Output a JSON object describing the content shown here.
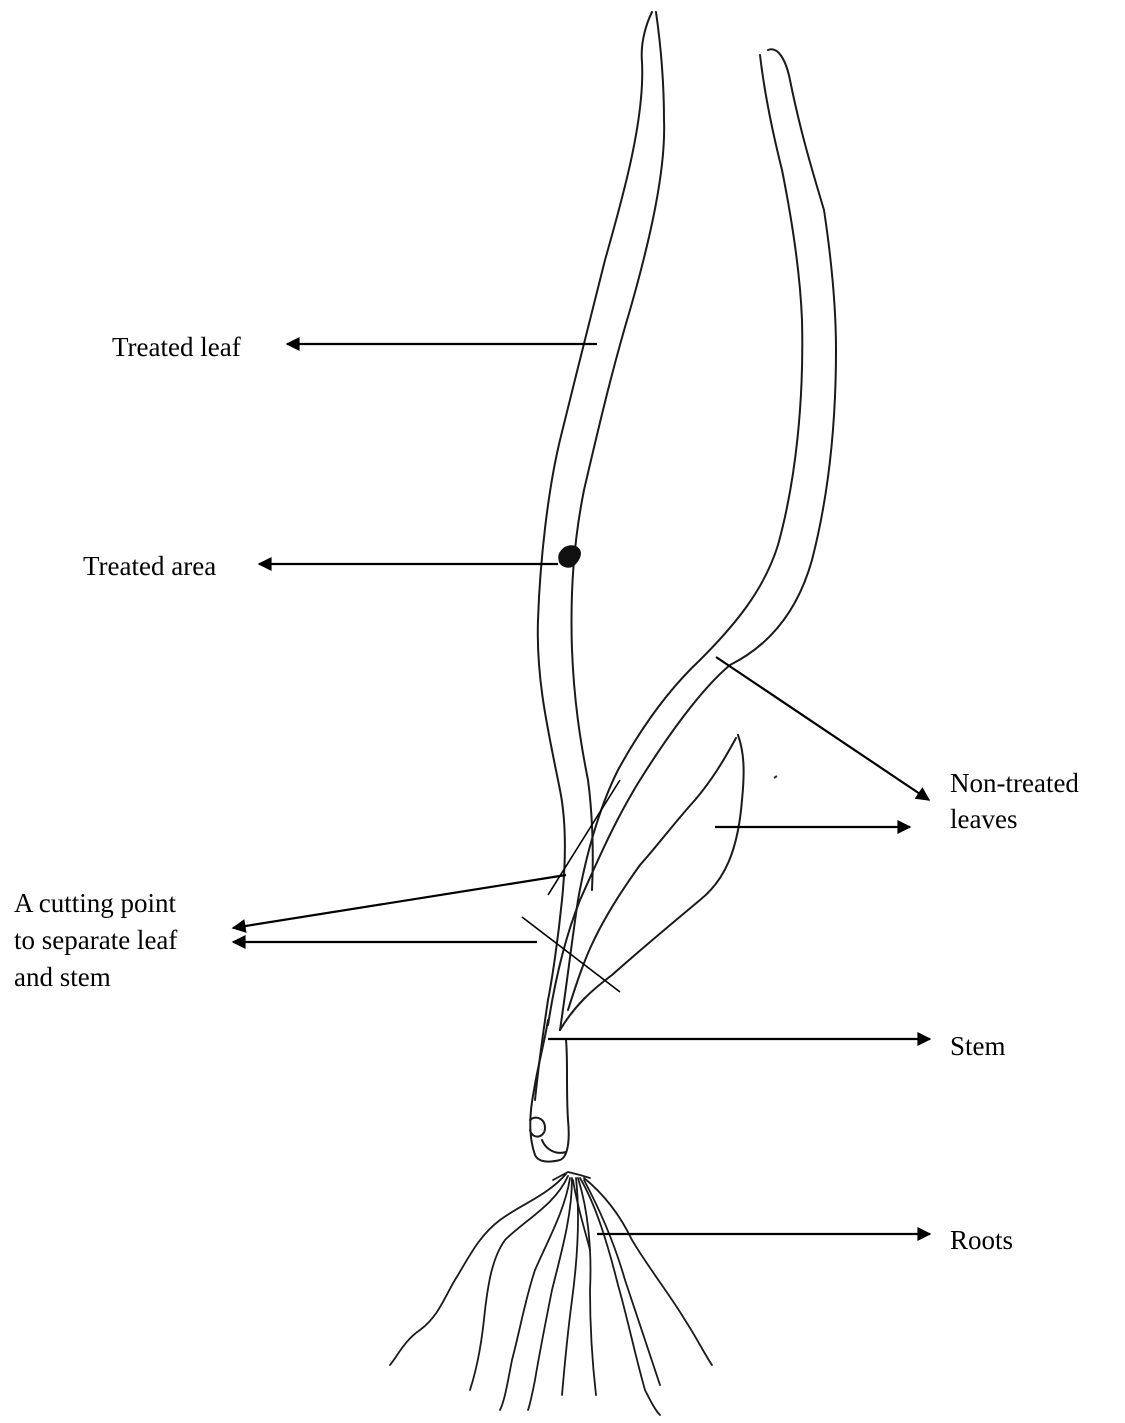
{
  "labels": {
    "treated_leaf": "Treated leaf",
    "treated_area": "Treated area",
    "cutting_point_line1": "A cutting point",
    "cutting_point_line2": "to separate leaf",
    "cutting_point_line3": "and stem",
    "non_treated_line1": "Non-treated",
    "non_treated_line2": "leaves",
    "stem": "Stem",
    "roots": "Roots"
  },
  "colors": {
    "line": "#000000",
    "background": "#ffffff"
  }
}
